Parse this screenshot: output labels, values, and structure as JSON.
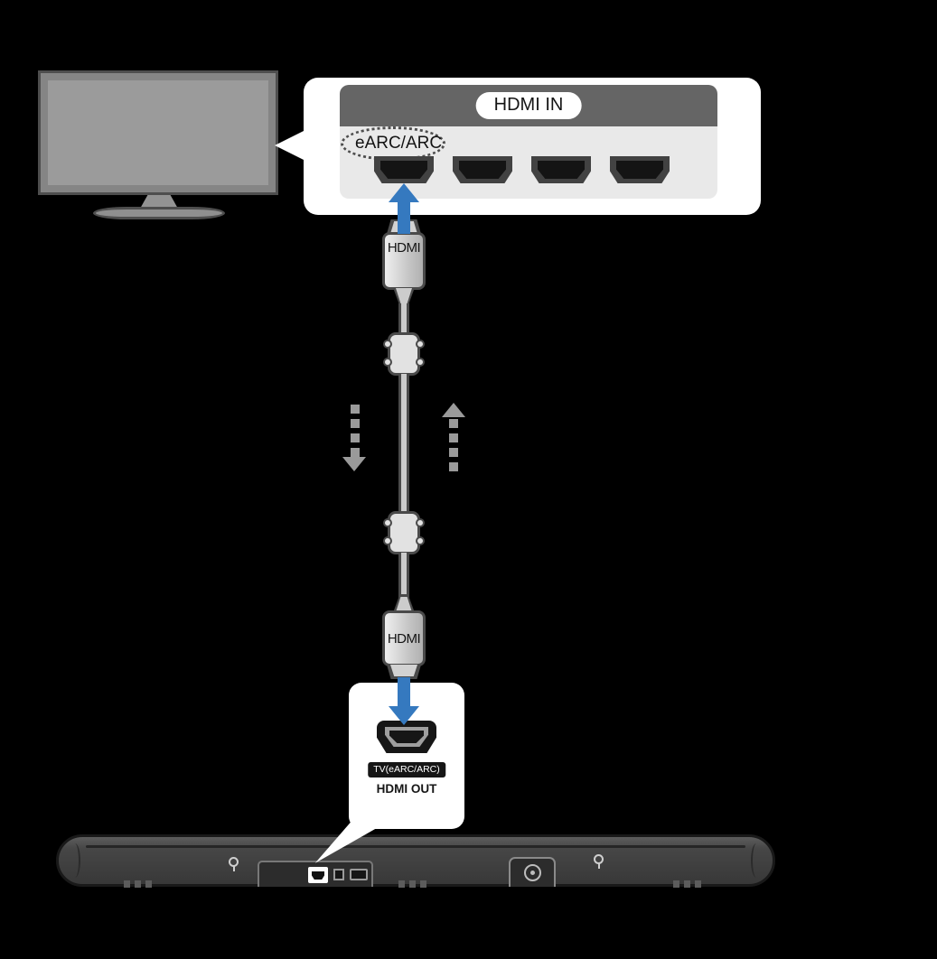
{
  "tv_panel": {
    "header_label": "HDMI IN",
    "highlighted_port_label": "eARC/ARC"
  },
  "cable": {
    "top_connector_label": "HDMI",
    "bottom_connector_label": "HDMI"
  },
  "soundbar_callout": {
    "port_label": "TV(eARC/ARC)",
    "port_name": "HDMI OUT"
  },
  "colors": {
    "background": "#000000",
    "arrow_blue": "#3579bf",
    "panel_header": "#656565",
    "panel_ports_bg": "#e9e9e9",
    "callout_bg": "#ffffff"
  }
}
